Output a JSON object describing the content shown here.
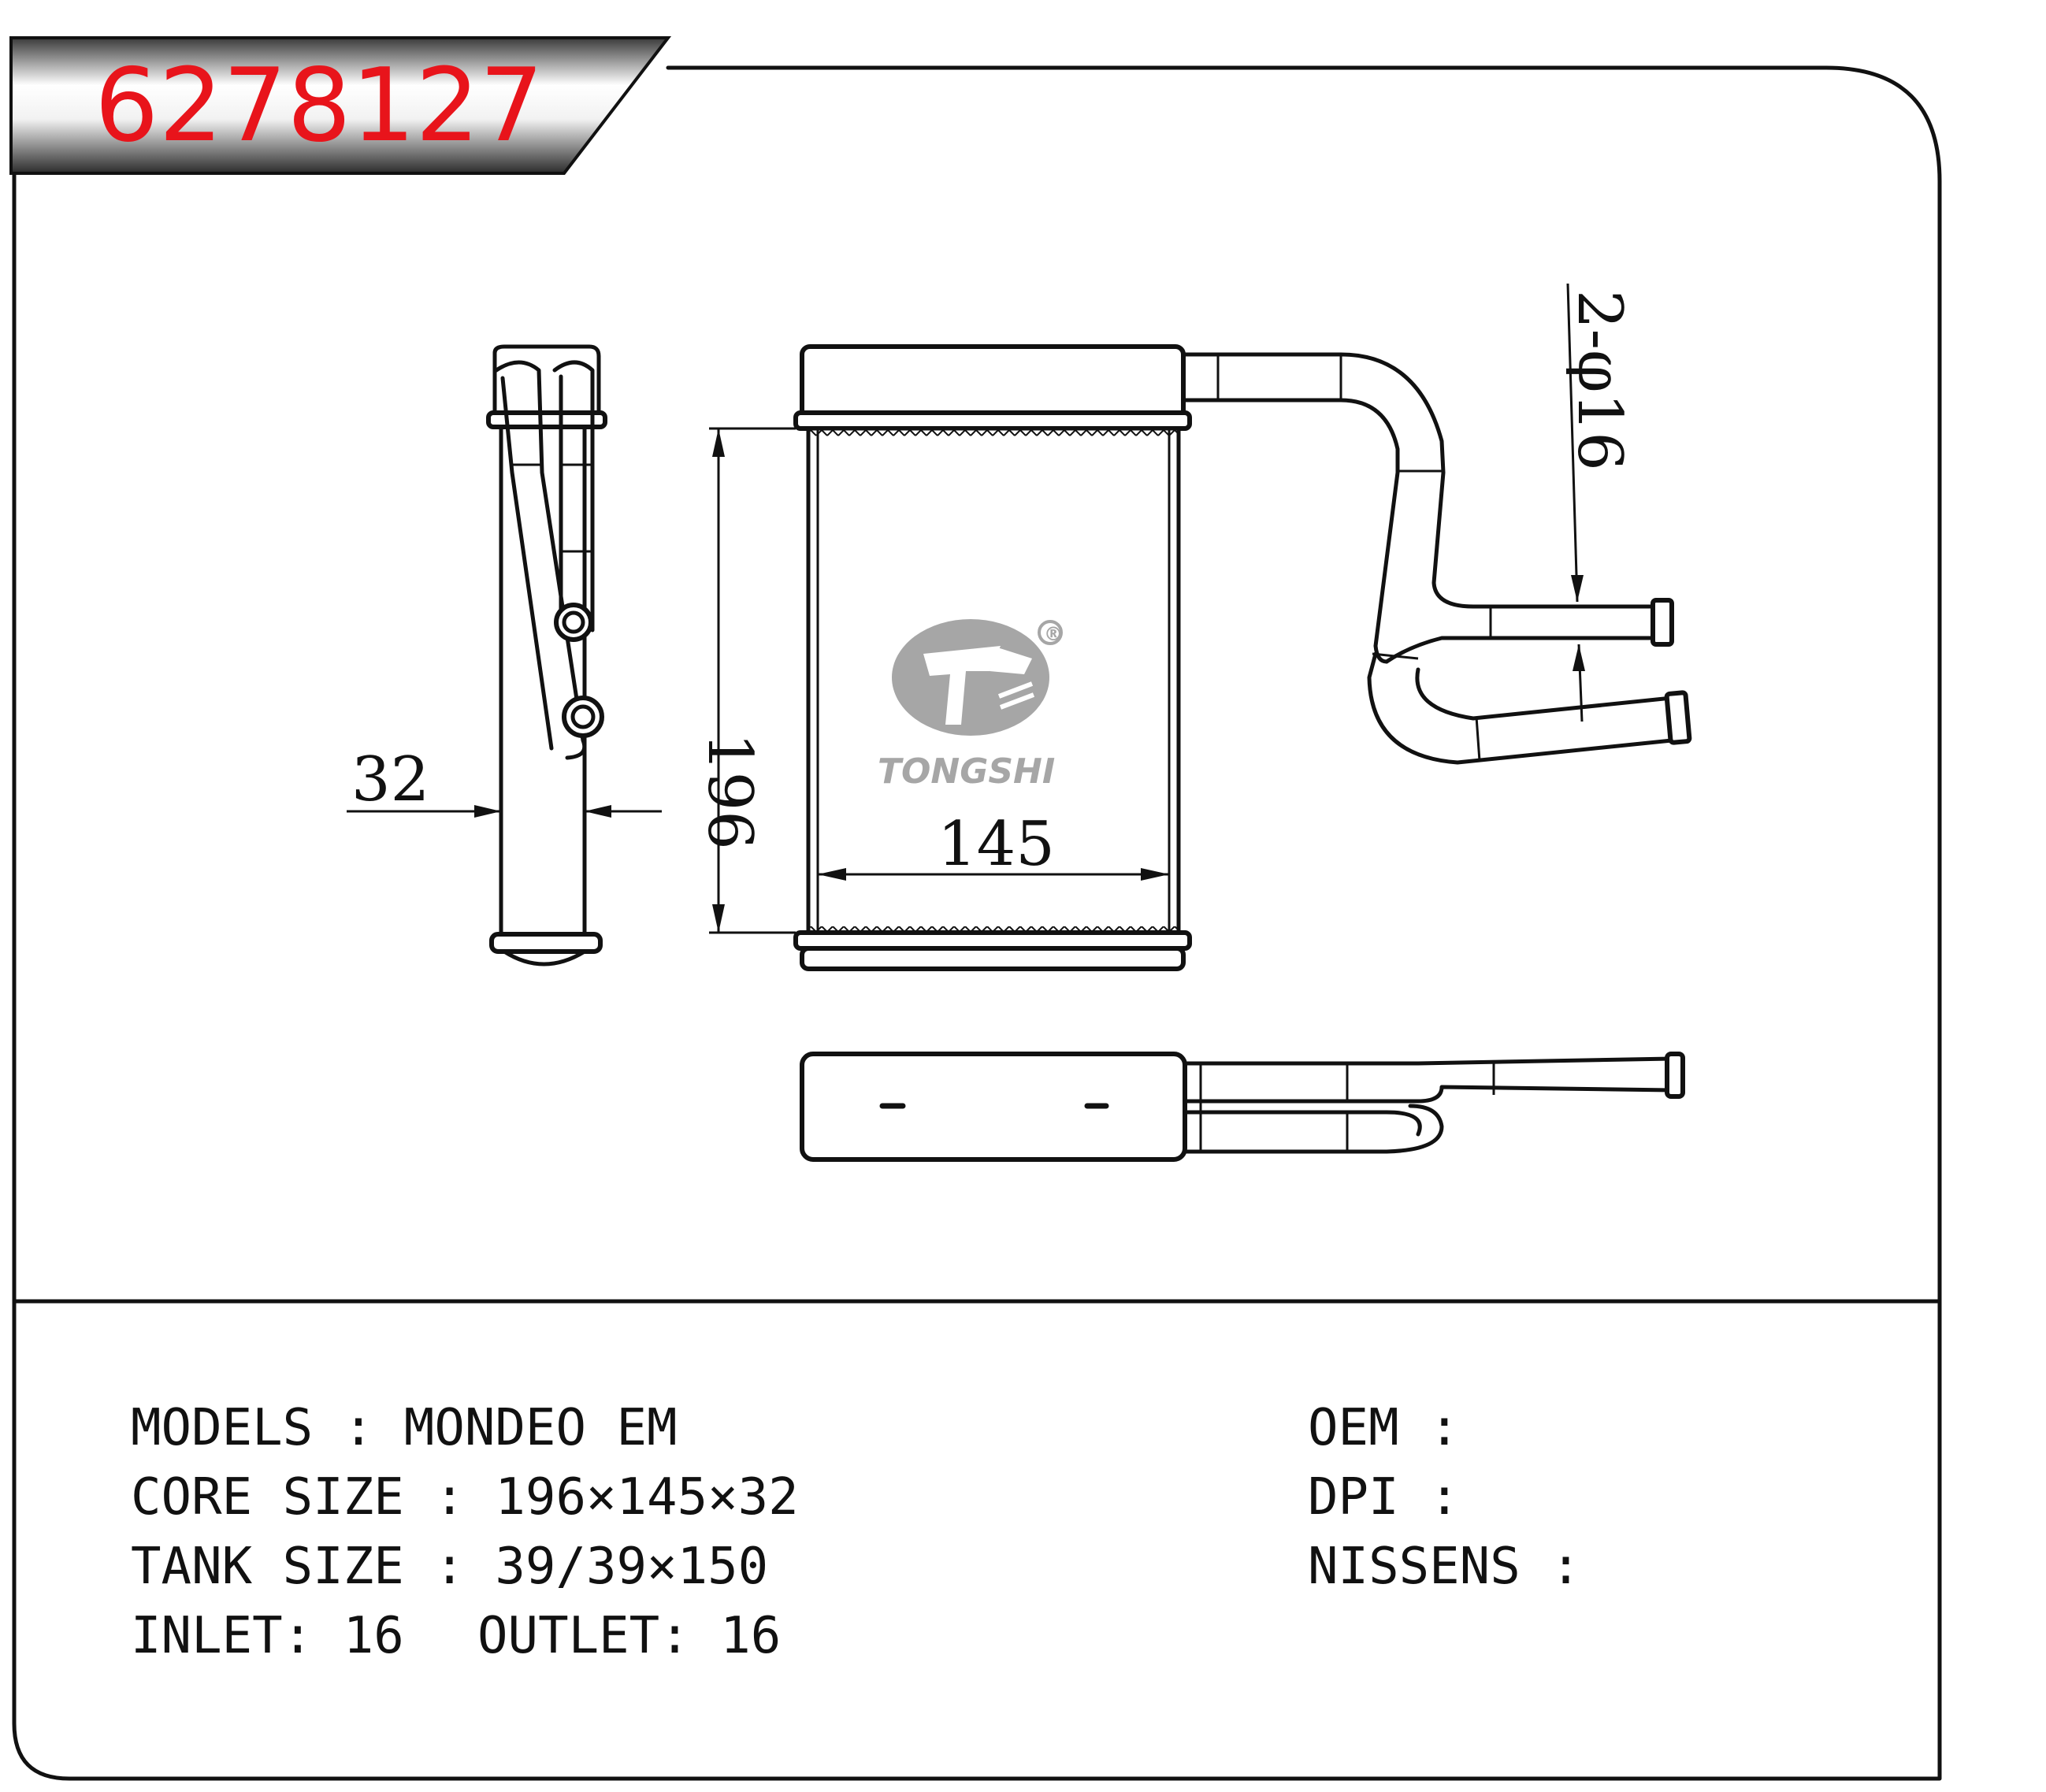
{
  "header": {
    "part_number": "6278127"
  },
  "drawing": {
    "dimensions": {
      "height": "196",
      "width": "145",
      "depth": "32",
      "pipe": "2-φ16"
    },
    "brand": {
      "name": "TONGSHI",
      "registered": "®"
    }
  },
  "specs": {
    "left": [
      {
        "label": "MODELS : ",
        "value": "MONDEO EM"
      },
      {
        "label": "CORE SIZE : ",
        "value": "196×145×32"
      },
      {
        "label": "TANK SIZE : ",
        "value": "39/39×150"
      },
      {
        "label": "INLET: ",
        "value": "16"
      }
    ],
    "outlet": {
      "label": "OUTLET: ",
      "value": "16"
    },
    "right": [
      {
        "label": "OEM :",
        "value": ""
      },
      {
        "label": "DPI :",
        "value": ""
      },
      {
        "label": "NISSENS :",
        "value": ""
      }
    ]
  },
  "colors": {
    "title": "#e8141b",
    "logo": "#a6a6a6",
    "line": "#111111"
  }
}
